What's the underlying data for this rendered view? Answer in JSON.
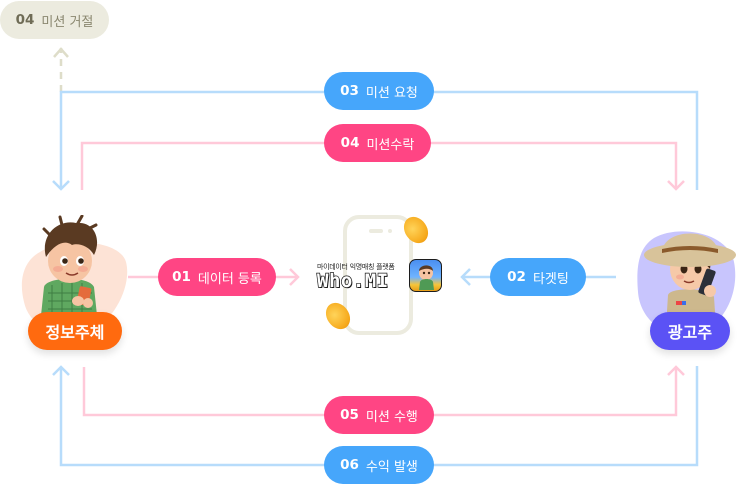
{
  "title": "Who.MI mission flow",
  "brand": {
    "subtitle": "마이데이터 익명매칭 플랫폼",
    "name": "Who.MI",
    "app_icon": "boy-character-app-icon"
  },
  "actors": {
    "left": {
      "label": "정보주체",
      "color": "#ff6a0f",
      "icon": "boy-with-phone-character"
    },
    "right": {
      "label": "광고주",
      "color": "#5b52f5",
      "icon": "explorer-with-phone-character"
    }
  },
  "center": {
    "icon": "phone-icon",
    "decorations": [
      "coin-icon",
      "coin-icon"
    ]
  },
  "steps": [
    {
      "num": "01",
      "label": "데이터 등록",
      "color": "#ff4584",
      "direction": "left-to-center"
    },
    {
      "num": "02",
      "label": "타겟팅",
      "color": "#46a6fb",
      "direction": "right-to-center"
    },
    {
      "num": "03",
      "label": "미션 요청",
      "color": "#46a6fb",
      "direction": "right-to-left"
    },
    {
      "num": "04",
      "label": "미션수락",
      "color": "#ff4584",
      "direction": "left-to-right"
    },
    {
      "num": "05",
      "label": "미션 수행",
      "color": "#ff4584",
      "direction": "left-to-right"
    },
    {
      "num": "06",
      "label": "수익 발생",
      "color": "#46a6fb",
      "direction": "right-to-left"
    }
  ],
  "reject": {
    "num": "04",
    "label": "미션 거절",
    "color": "#ecebdf"
  },
  "colors": {
    "blue_line": "#b7dcfb",
    "pink_line": "#ffc9d9",
    "dashed_line": "#deddc9"
  }
}
